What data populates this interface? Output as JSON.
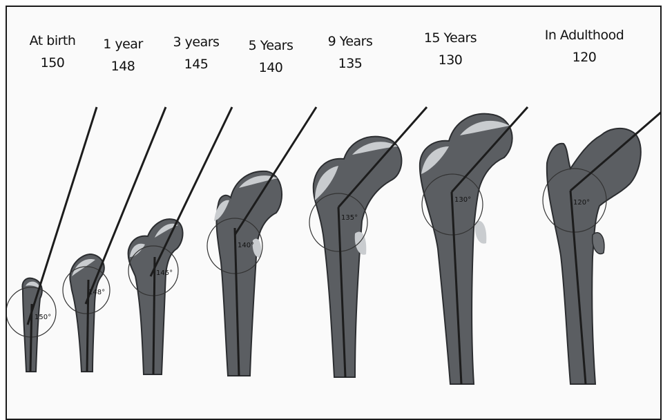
{
  "stages": [
    {
      "label": "At birth",
      "angle": "150",
      "angle_mark": "150°"
    },
    {
      "label": "1 year",
      "angle": "148",
      "angle_mark": "148°"
    },
    {
      "label": "3 years",
      "angle": "145",
      "angle_mark": "145°"
    },
    {
      "label": "5 Years",
      "angle": "140",
      "angle_mark": "140°"
    },
    {
      "label": "9 Years",
      "angle": "135",
      "angle_mark": "135°"
    },
    {
      "label": "15 Years",
      "angle": "130",
      "angle_mark": "130°"
    },
    {
      "label": "In Adulthood",
      "angle": "120",
      "angle_mark": "120°"
    }
  ],
  "colors": {
    "bone": "#5b5e62",
    "bone_edge": "#2b2d30",
    "cartilage": "#c9cccf",
    "axis_line": "#1c1c1c",
    "frame": "#1a1a1a"
  }
}
